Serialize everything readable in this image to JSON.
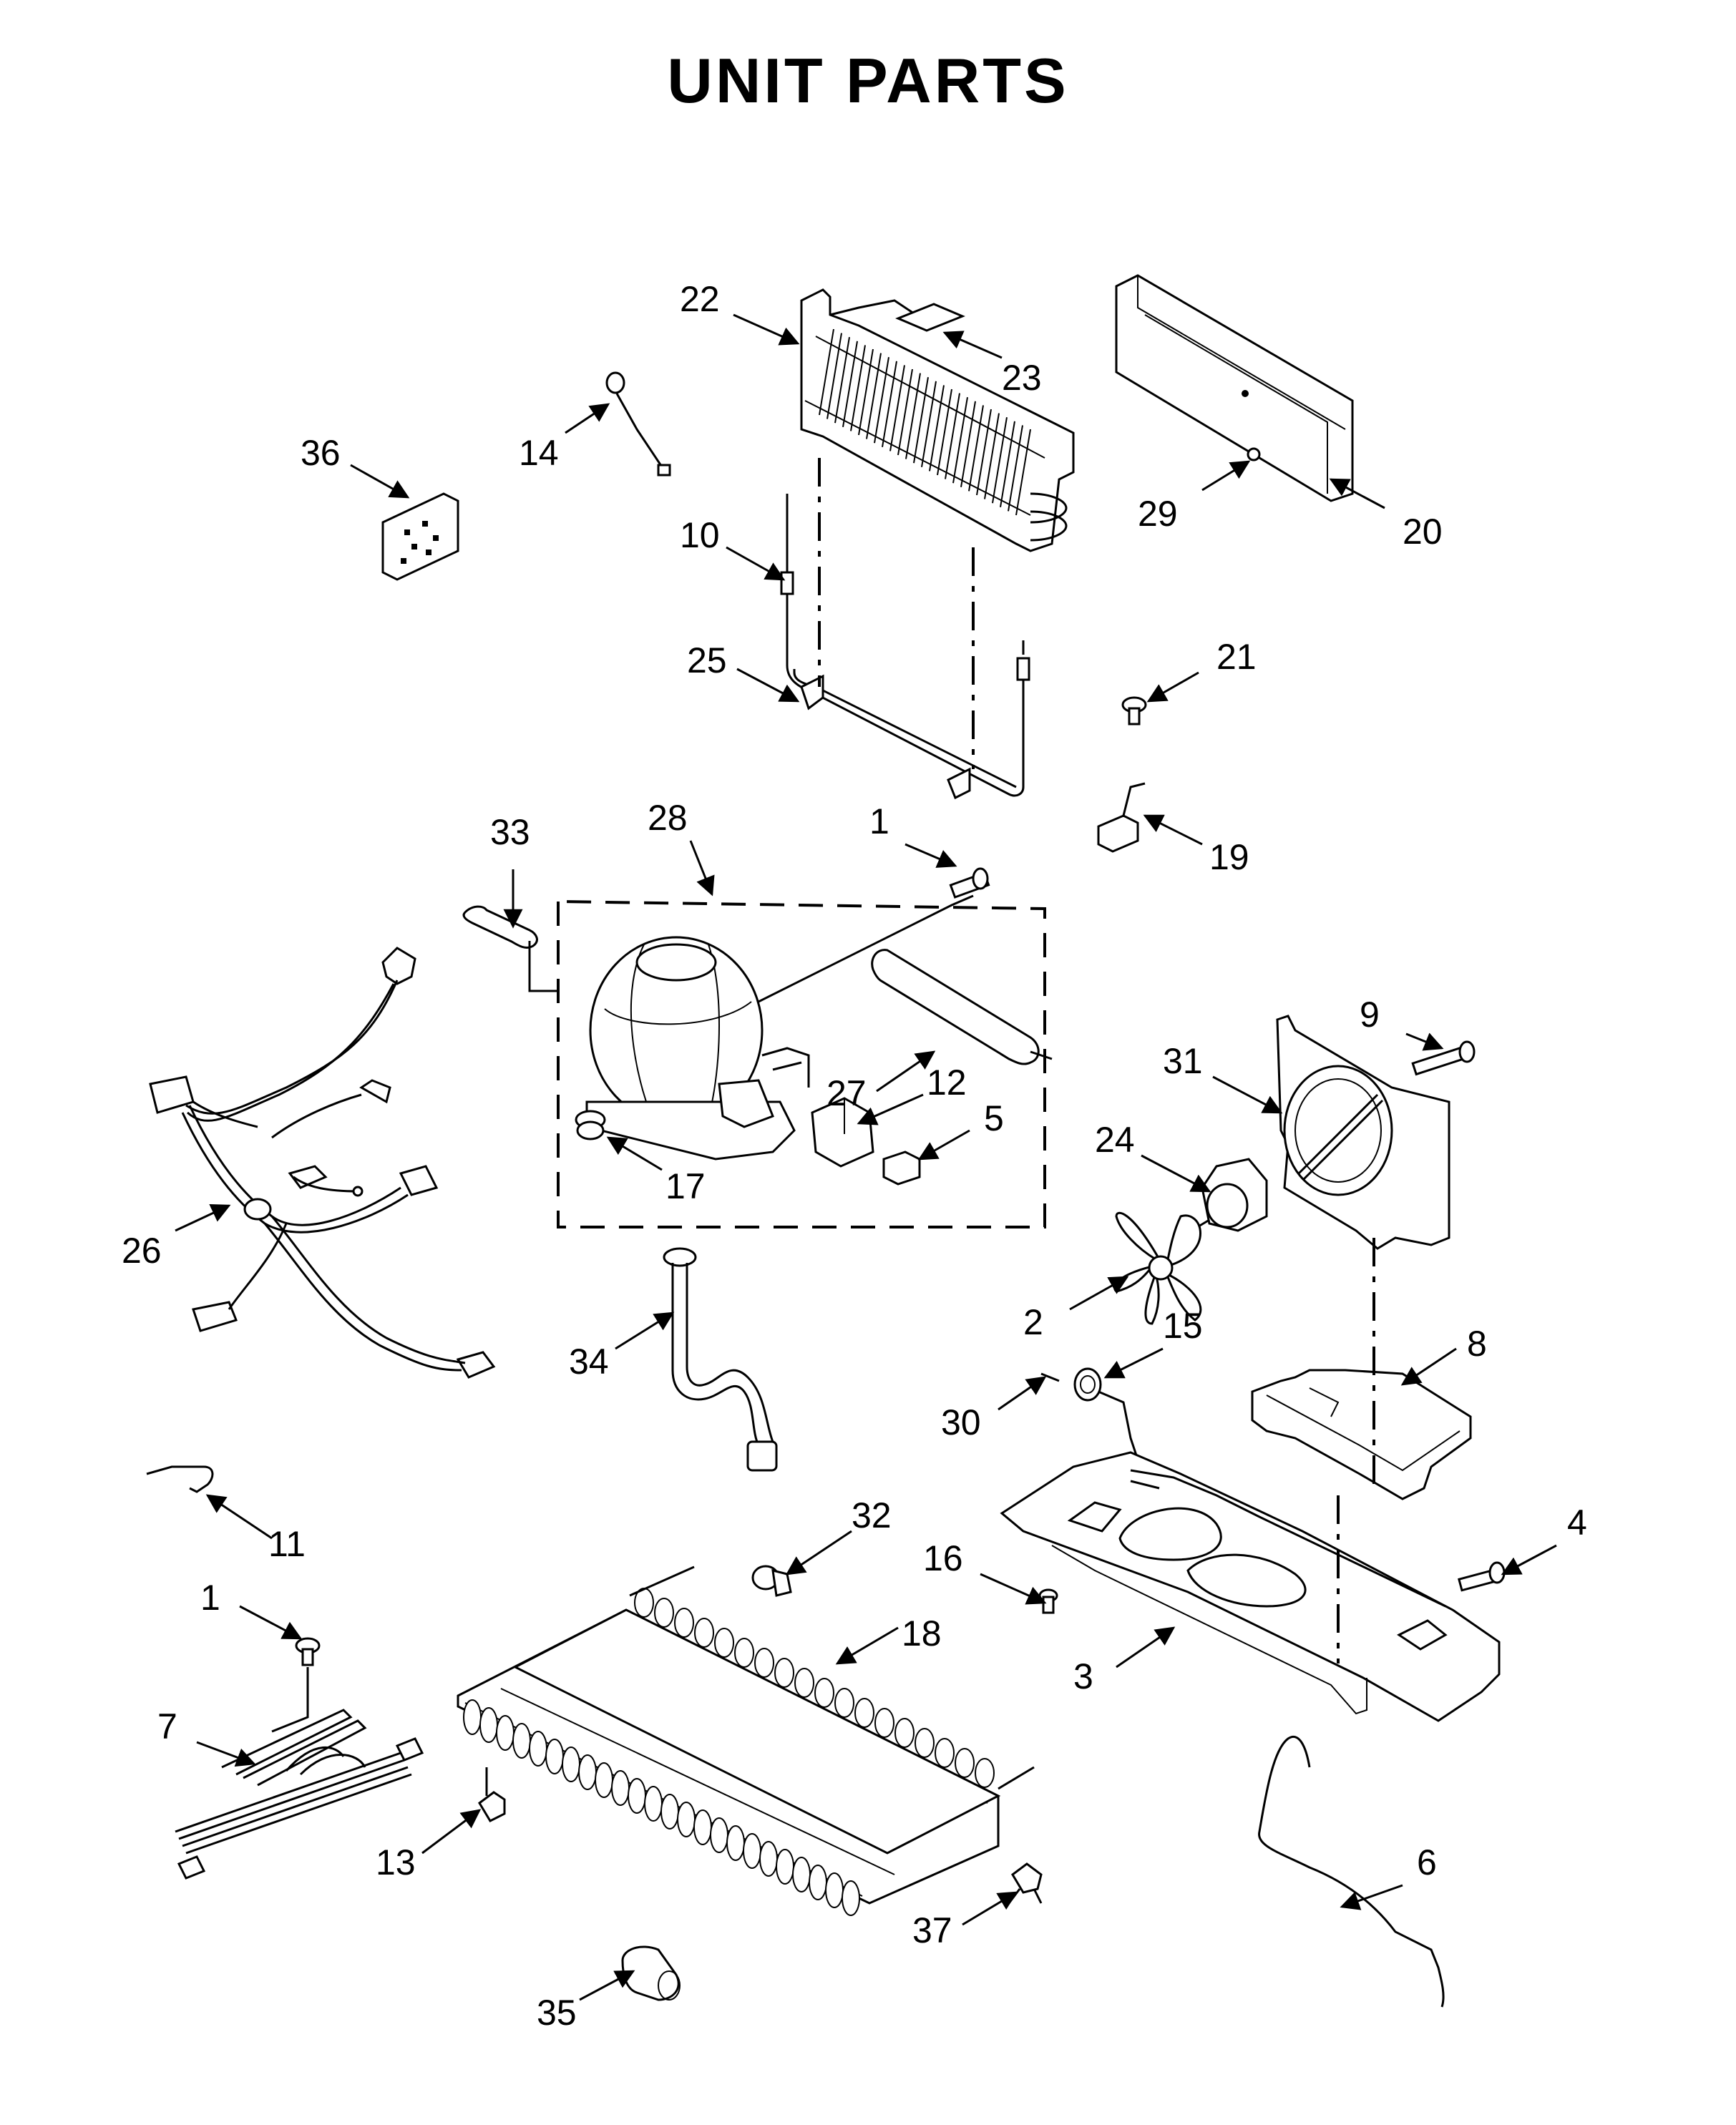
{
  "title": "UNIT PARTS",
  "callouts": [
    {
      "id": "c22",
      "label": "22"
    },
    {
      "id": "c23",
      "label": "23"
    },
    {
      "id": "c36",
      "label": "36"
    },
    {
      "id": "c14",
      "label": "14"
    },
    {
      "id": "c29",
      "label": "29"
    },
    {
      "id": "c20",
      "label": "20"
    },
    {
      "id": "c10",
      "label": "10"
    },
    {
      "id": "c25",
      "label": "25"
    },
    {
      "id": "c21",
      "label": "21"
    },
    {
      "id": "c19",
      "label": "19"
    },
    {
      "id": "c33",
      "label": "33"
    },
    {
      "id": "c28",
      "label": "28"
    },
    {
      "id": "c1a",
      "label": "1"
    },
    {
      "id": "c9",
      "label": "9"
    },
    {
      "id": "c31",
      "label": "31"
    },
    {
      "id": "c27",
      "label": "27"
    },
    {
      "id": "c12",
      "label": "12"
    },
    {
      "id": "c5",
      "label": "5"
    },
    {
      "id": "c24",
      "label": "24"
    },
    {
      "id": "c17",
      "label": "17"
    },
    {
      "id": "c26",
      "label": "26"
    },
    {
      "id": "c2",
      "label": "2"
    },
    {
      "id": "c15",
      "label": "15"
    },
    {
      "id": "c8",
      "label": "8"
    },
    {
      "id": "c34",
      "label": "34"
    },
    {
      "id": "c30",
      "label": "30"
    },
    {
      "id": "c11",
      "label": "11"
    },
    {
      "id": "c32",
      "label": "32"
    },
    {
      "id": "c4",
      "label": "4"
    },
    {
      "id": "c16",
      "label": "16"
    },
    {
      "id": "c18",
      "label": "18"
    },
    {
      "id": "c1b",
      "label": "1"
    },
    {
      "id": "c3",
      "label": "3"
    },
    {
      "id": "c7",
      "label": "7"
    },
    {
      "id": "c13",
      "label": "13"
    },
    {
      "id": "c6",
      "label": "6"
    },
    {
      "id": "c37",
      "label": "37"
    },
    {
      "id": "c35",
      "label": "35"
    }
  ]
}
